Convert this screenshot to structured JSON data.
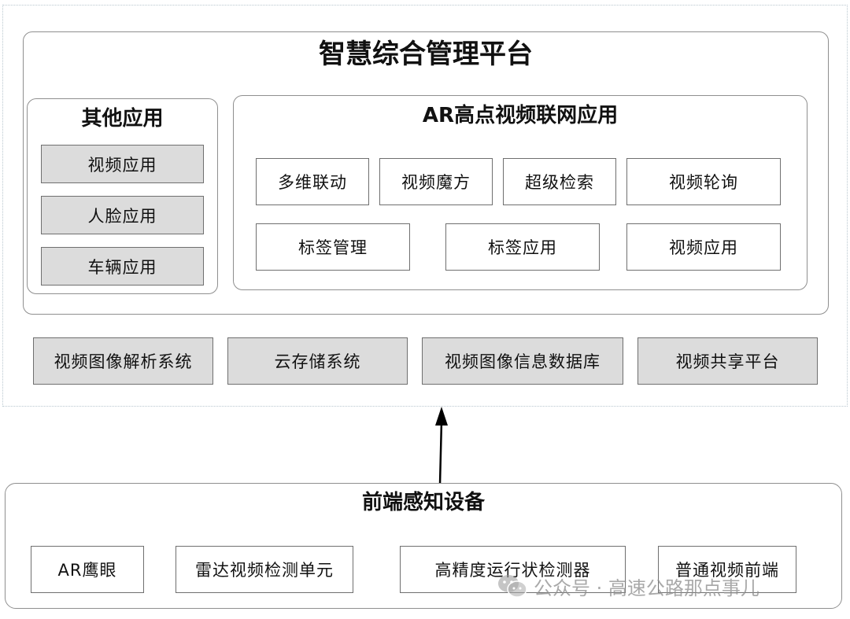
{
  "platform": {
    "title": "智慧综合管理平台",
    "other_apps": {
      "title": "其他应用",
      "items": [
        "视频应用",
        "人脸应用",
        "车辆应用"
      ]
    },
    "ar_apps": {
      "title": "AR高点视频联网应用",
      "row1": [
        "多维联动",
        "视频魔方",
        "超级检索",
        "视频轮询"
      ],
      "row2": [
        "标签管理",
        "标签应用",
        "视频应用"
      ]
    },
    "systems": [
      "视频图像解析系统",
      "云存储系统",
      "视频图像信息数据库",
      "视频共享平台"
    ]
  },
  "frontend": {
    "title": "前端感知设备",
    "devices": [
      "AR鹰眼",
      "雷达视频检测单元",
      "高精度运行状检测器",
      "普通视频前端"
    ]
  },
  "watermark": {
    "text": "公众号 · 高速公路那点事儿",
    "icon": "wechat-icon"
  },
  "colors": {
    "box_fill_gray": "#dcdcdc",
    "border": "#6f6f6f",
    "arrow": "#000000"
  }
}
